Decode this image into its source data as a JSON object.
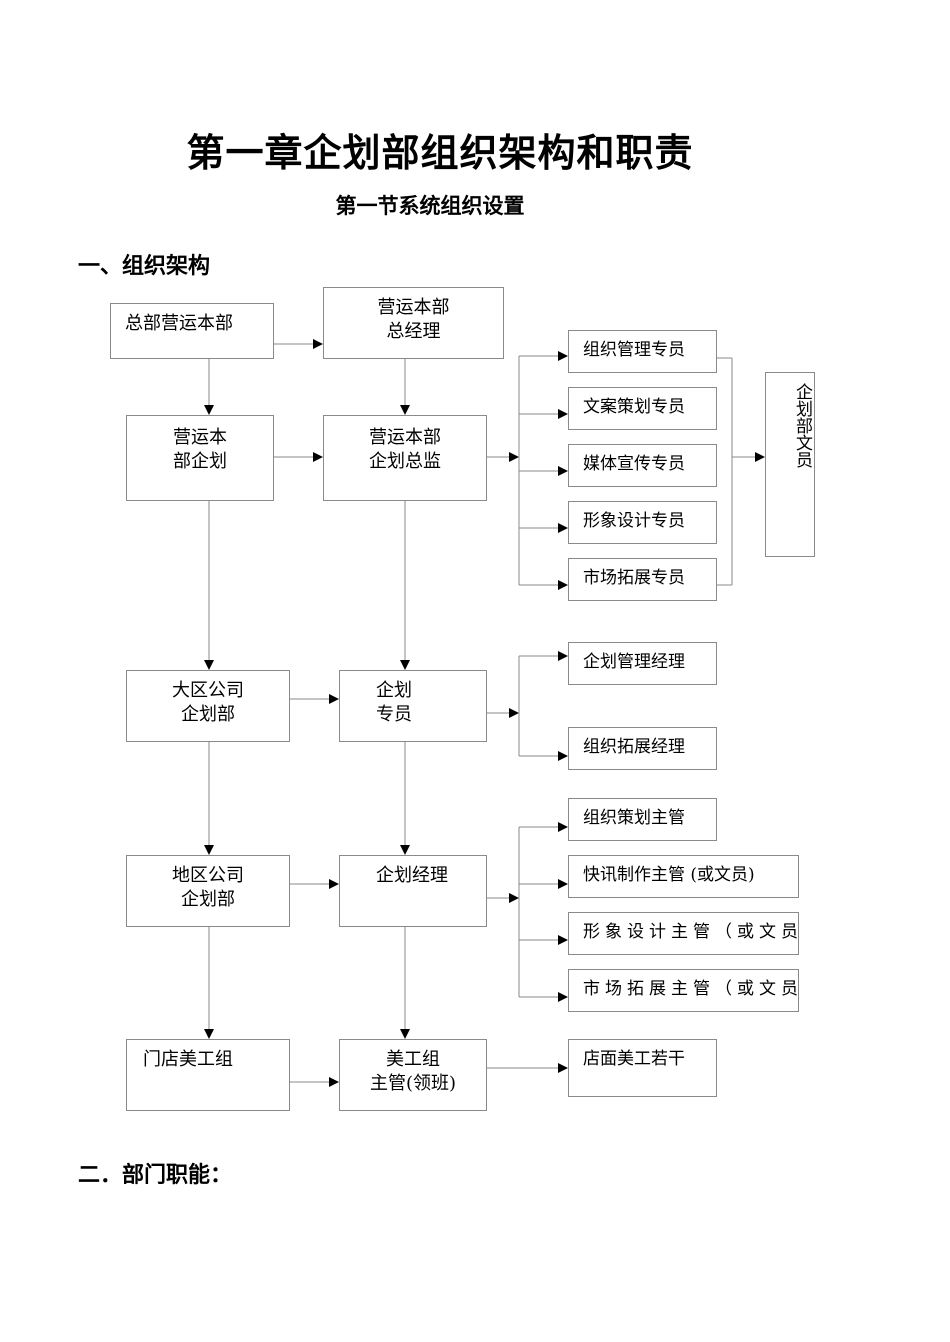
{
  "title": "第一章企划部组织架构和职责",
  "subtitle": "第一节系统组织设置",
  "section1": "一、组织架构",
  "section2": "二．部门职能：",
  "org": {
    "hq": "总部营运本部",
    "gm": "营运本部\n总经理",
    "plan_dept": "营运本\n部企划",
    "plan_director": "营运本部\n企划总监",
    "specialist1": "组织管理专员",
    "specialist2": "文案策划专员",
    "specialist3": "媒体宣传专员",
    "specialist4": "形象设计专员",
    "specialist5": "市场拓展专员",
    "clerk": "企划部文员",
    "region_company": "大区公司\n企划部",
    "region_specialist": "企划\n专员",
    "mgr1": "企划管理经理",
    "mgr2": "组织拓展经理",
    "area_company": "地区公司\n企划部",
    "area_manager": "企划经理",
    "sup1": "组织策划主管",
    "sup2": "快讯制作主管 (或文员)",
    "sup3": "形象设计主管（或文员）",
    "sup4": "市场拓展主管（或文员）",
    "store_art": "门店美工组",
    "art_lead": "美工组\n主管(领班)",
    "store_artists": "店面美工若干"
  }
}
